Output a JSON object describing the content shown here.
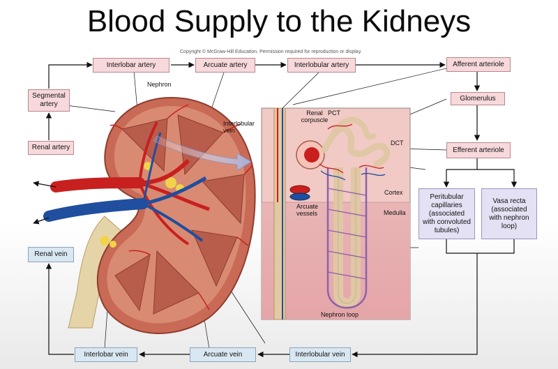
{
  "title": "Blood Supply to the Kidneys",
  "copyright": "Copyright © McGraw-Hill Education. Permission required for reproduction or display.",
  "boxes": {
    "interlobar_artery": "Interlobar artery",
    "arcuate_artery": "Arcuate artery",
    "interlobular_artery": "Interlobular artery",
    "afferent_arteriole": "Afferent arteriole",
    "segmental_artery": "Segmental artery",
    "glomerulus": "Glomerulus",
    "renal_artery": "Renal artery",
    "efferent_arteriole": "Efferent arteriole",
    "peritubular_capillaries": "Peritubular capillaries (associated with convoluted tubules)",
    "vasa_recta": "Vasa recta (associated with nephron loop)",
    "renal_vein": "Renal vein",
    "interlobar_vein": "Interlobar vein",
    "arcuate_vein": "Arcuate vein",
    "interlobular_vein": "Interlobular vein"
  },
  "labels": {
    "nephron": "Nephron",
    "interlobular_vein": "Interlobular vein",
    "renal_corpuscle": "Renal corpuscle",
    "pct": "PCT",
    "dct": "DCT",
    "cortex": "Cortex",
    "medulla": "Medulla",
    "arcuate_vessels": "Arcuate vessels",
    "nephron_loop": "Nephron loop"
  },
  "colors": {
    "artery_box": "#f7d9dc",
    "vein_box": "#d9e7f3",
    "capillary_box": "#e3e1f3",
    "artery": "#c8201f",
    "vein": "#1f4f9e"
  }
}
